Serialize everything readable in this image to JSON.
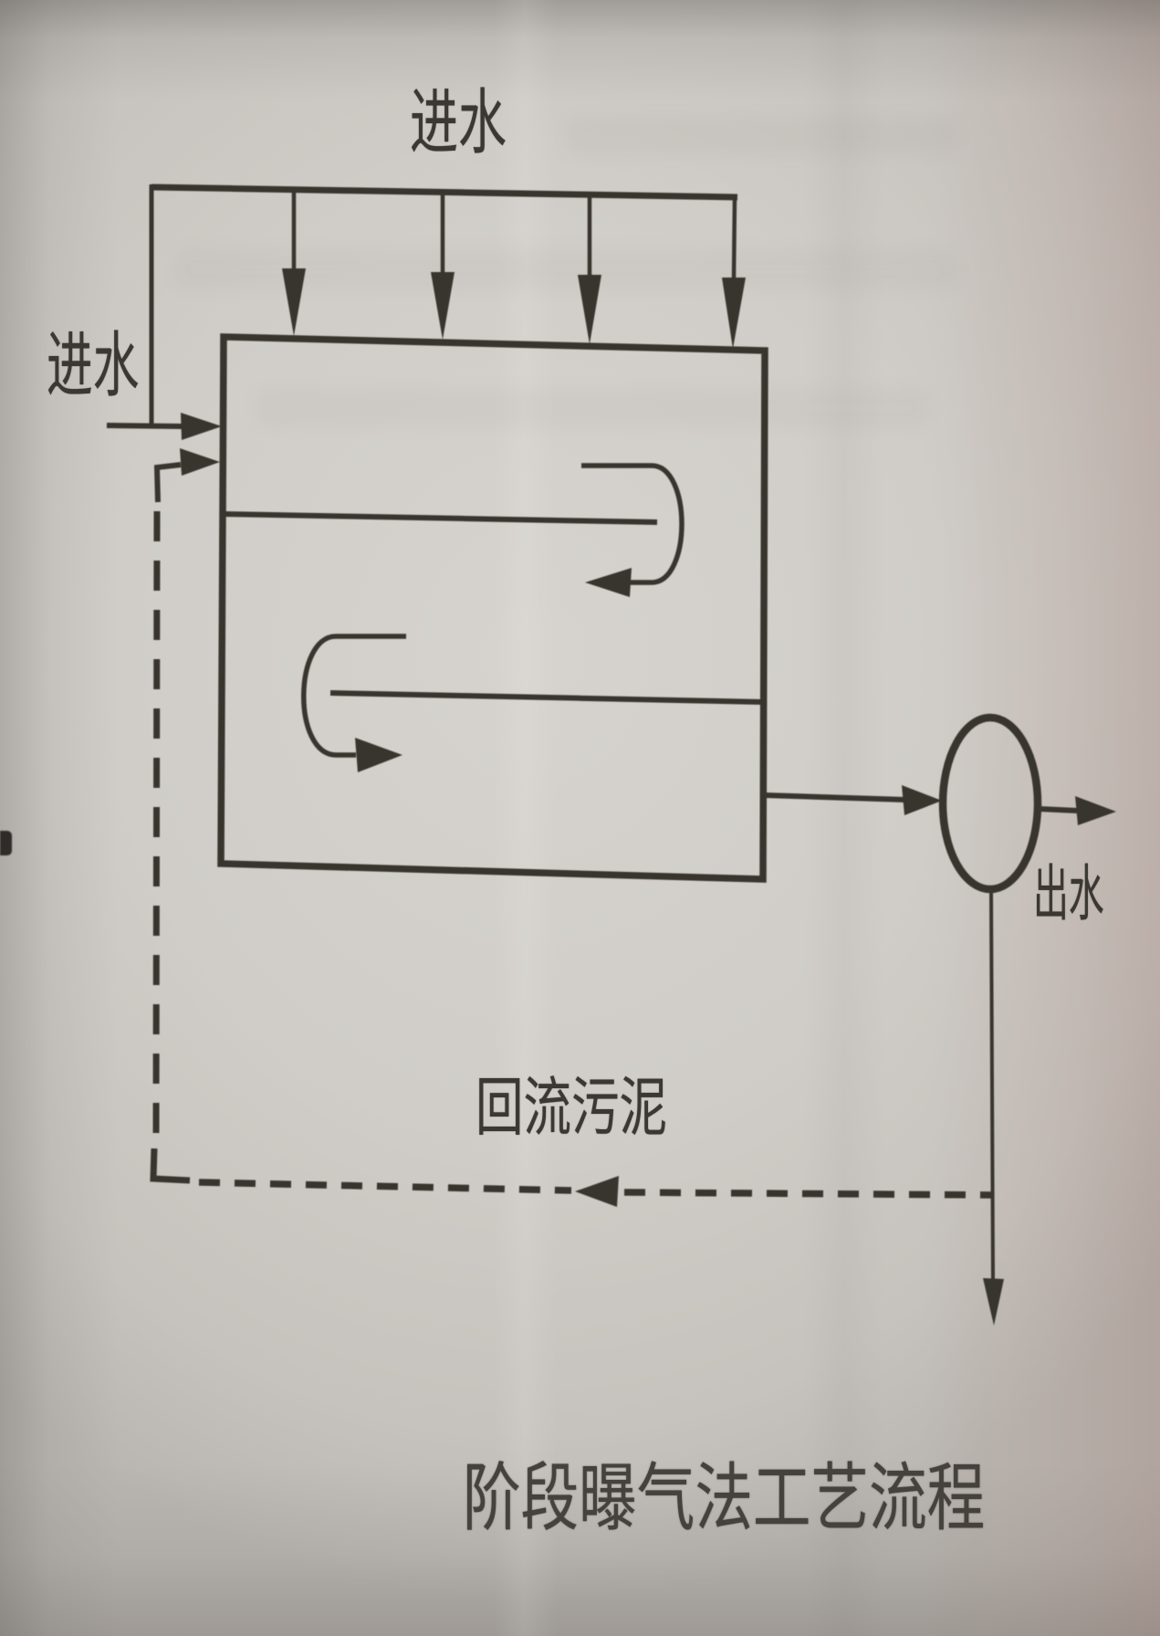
{
  "page": {
    "paper_color": "#d0cdc8",
    "ink_color": "#38352f"
  },
  "diagram": {
    "caption": "阶段曝气法工艺流程",
    "labels": {
      "influent_top": "进水",
      "influent_side": "进水",
      "effluent": "出水",
      "return_sludge": "回流污泥"
    },
    "elements": {
      "aeration_tank": "rectangular tank with two internal baffles and serpentine flow arrows",
      "clarifier": "circle symbol",
      "influent_manifold_arrow_count": 4,
      "return_sludge_line_style": "dashed",
      "waste_line": "vertical arrow downward from circle"
    }
  }
}
